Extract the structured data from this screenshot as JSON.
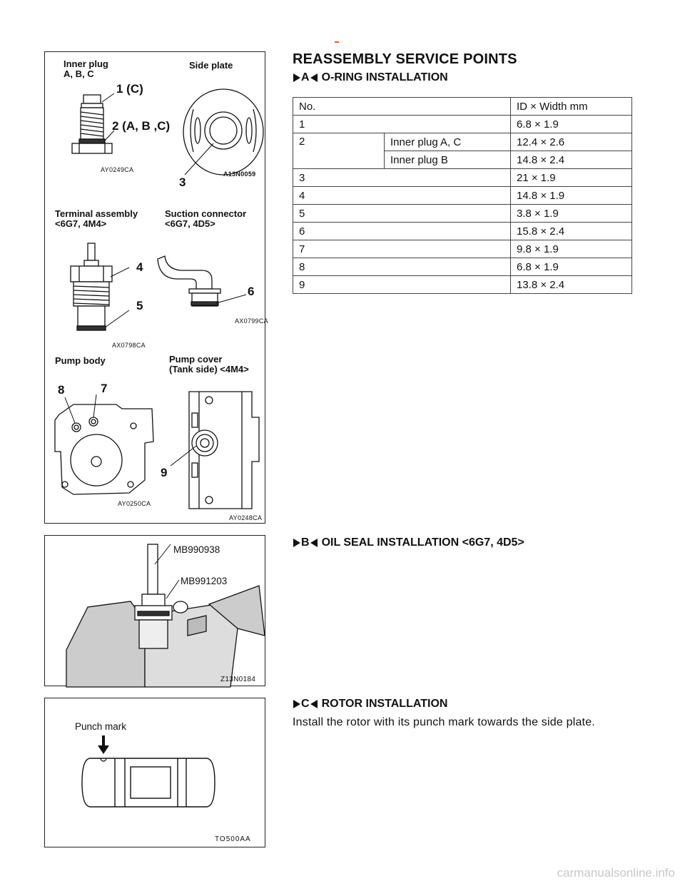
{
  "header_mark": "-",
  "figure1": {
    "inner_plug_label": "Inner plug\nA, B, C",
    "side_plate_label": "Side plate",
    "callout_1": "1 (C)",
    "callout_2": "2 (A, B ,C)",
    "callout_3": "3",
    "code_a": "AY0249CA",
    "code_b": "A13N0059",
    "terminal_label": "Terminal assembly\n<6G7, 4M4>",
    "suction_label": "Suction connector\n<6G7, 4D5>",
    "callout_4": "4",
    "callout_5": "5",
    "callout_6": "6",
    "code_c": "AX0798CA",
    "code_d": "AX0799CA",
    "pump_body_label": "Pump body",
    "pump_cover_label": "Pump cover\n(Tank side) <4M4>",
    "callout_7": "7",
    "callout_8": "8",
    "callout_9": "9",
    "code_e": "AY0250CA",
    "code_f": "AY0248CA"
  },
  "figure2": {
    "tool_1": "MB990938",
    "tool_2": "MB991203",
    "code": "Z13N0184"
  },
  "figure3": {
    "punch_label": "Punch mark",
    "code": "TO500AA"
  },
  "section_title": "REASSEMBLY SERVICE POINTS",
  "step_a": {
    "letter": "A",
    "title": "O-RING INSTALLATION"
  },
  "table": {
    "header": {
      "no": "No.",
      "dim": "ID × Width mm"
    },
    "rows": [
      {
        "no": "1",
        "dim": "6.8 × 1.9"
      },
      {
        "no": "2",
        "sub": "Inner plug A, C",
        "dim": "12.4 × 2.6"
      },
      {
        "sub": "Inner plug B",
        "dim": "14.8 × 2.4"
      },
      {
        "no": "3",
        "dim": "21 × 1.9"
      },
      {
        "no": "4",
        "dim": "14.8 × 1.9"
      },
      {
        "no": "5",
        "dim": "3.8 × 1.9"
      },
      {
        "no": "6",
        "dim": "15.8 × 2.4"
      },
      {
        "no": "7",
        "dim": "9.8 × 1.9"
      },
      {
        "no": "8",
        "dim": "6.8 × 1.9"
      },
      {
        "no": "9",
        "dim": "13.8 × 2.4"
      }
    ]
  },
  "step_b": {
    "letter": "B",
    "title": "OIL SEAL INSTALLATION <6G7, 4D5>"
  },
  "step_c": {
    "letter": "C",
    "title": "ROTOR INSTALLATION",
    "text": "Install the rotor with its punch mark towards the side plate."
  },
  "footer": "carmanualsonline.info"
}
